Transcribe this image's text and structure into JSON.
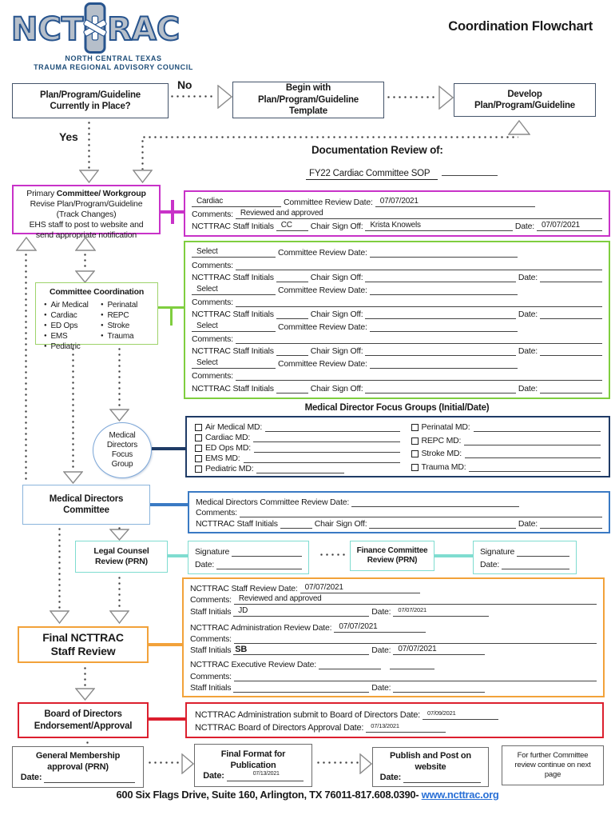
{
  "colors": {
    "magenta": "#c832c8",
    "green": "#7fce3f",
    "green_light": "#9ed36a",
    "navy": "#1f3b66",
    "blue": "#3a7ac4",
    "blue_light": "#8ab4dc",
    "teal": "#7fdcd0",
    "orange": "#f2a23a",
    "red": "#dc1f2e",
    "box_outline": "#44546a",
    "link_blue": "#2970d6"
  },
  "logo": {
    "word_left": "NCT",
    "word_right": "RAC",
    "subtitle_line1": "NORTH CENTRAL TEXAS",
    "subtitle_line2": "TRAUMA REGIONAL ADVISORY COUNCIL"
  },
  "header": {
    "title": "Coordination Flowchart"
  },
  "top_flow": {
    "currently_in_place": "Plan/Program/Guideline\nCurrently in Place?",
    "no_label": "No",
    "yes_label": "Yes",
    "begin_with_template": "Begin with\nPlan/Program/Guideline\nTemplate",
    "develop": "Develop\nPlan/Program/Guideline"
  },
  "documentation_review": {
    "heading": "Documentation Review of:",
    "document_name": "FY22 Cardiac Committee SOP"
  },
  "primary_committee": {
    "line1_normal": "Primary ",
    "line1_bold": "Committee/ Workgroup",
    "rest": "Revise Plan/Program/Guideline\n(Track Changes)\nEHS staff to post to website and\nsend appropriate notification"
  },
  "labels": {
    "committee_review_date": "Committee Review Date:",
    "comments": "Comments:",
    "ncttrac_staff_initials": "NCTTRAC Staff Initials",
    "chair_sign_off": "Chair Sign Off:",
    "date": "Date:",
    "select": "Select",
    "staff_initials": "Staff Initials",
    "signature": "Signature"
  },
  "cardiac_review": {
    "committee_name": "Cardiac",
    "review_date": "07/07/2021",
    "comments": "Reviewed and approved",
    "staff_initials": "CC",
    "chair_sign_off": "Krista Knowels",
    "sign_date": "07/07/2021"
  },
  "committee_coordination": {
    "title": "Committee Coordination",
    "col1": [
      "Air Medical",
      "Cardiac",
      "ED Ops",
      "EMS",
      "Pediatric"
    ],
    "col2": [
      "Perinatal",
      "REPC",
      "Stroke",
      "Trauma"
    ]
  },
  "md_focus": {
    "heading": "Medical Director Focus Groups (Initial/Date)",
    "circle_label": "Medical\nDirectors\nFocus\nGroup",
    "col1": [
      "Air Medical MD:",
      "Cardiac MD:",
      "ED Ops MD:",
      "EMS MD:",
      "Pediatric MD:"
    ],
    "col2": [
      "Perinatal MD:",
      "REPC MD:",
      "Stroke MD:",
      "Trauma MD:"
    ]
  },
  "md_committee": {
    "box_label": "Medical Directors\nCommittee",
    "review_date_label": "Medical Directors Committee Review Date:"
  },
  "legal_finance": {
    "legal_label": "Legal Counsel\nReview (PRN)",
    "finance_label": "Finance Committee\nReview (PRN)"
  },
  "staff_review": {
    "box_label": "Final NCTTRAC\nStaff Review",
    "staff_date_label": "NCTTRAC Staff Review Date:",
    "staff_date": "07/07/2021",
    "staff_comments": "Reviewed and approved",
    "staff_initials": "JD",
    "staff_sign_date": "07/07/2021",
    "admin_date_label": "NCTTRAC Administration Review Date:",
    "admin_date": "07/07/2021",
    "admin_initials": "SB",
    "admin_sign_date": "07/07/2021",
    "exec_date_label": "NCTTRAC Executive Review Date:"
  },
  "board": {
    "box_label": "Board of Directors\nEndorsement/Approval",
    "submit_label": "NCTTRAC Administration submit to Board of Directors Date:",
    "submit_date": "07/09/2021",
    "approval_label": "NCTTRAC Board of Directors Approval Date:",
    "approval_date": "07/13/2021"
  },
  "bottom_flow": {
    "general_membership": "General Membership\napproval (PRN)",
    "final_format": "Final Format for\nPublication",
    "final_format_date": "07/13/2021",
    "publish": "Publish and Post on\nwebsite",
    "further_review": "For further Committee\nreview continue on next\npage"
  },
  "footer": {
    "address": "600 Six Flags Drive, Suite 160, Arlington, TX 76011-817.608.0390- ",
    "website": "www.ncttrac.org"
  }
}
